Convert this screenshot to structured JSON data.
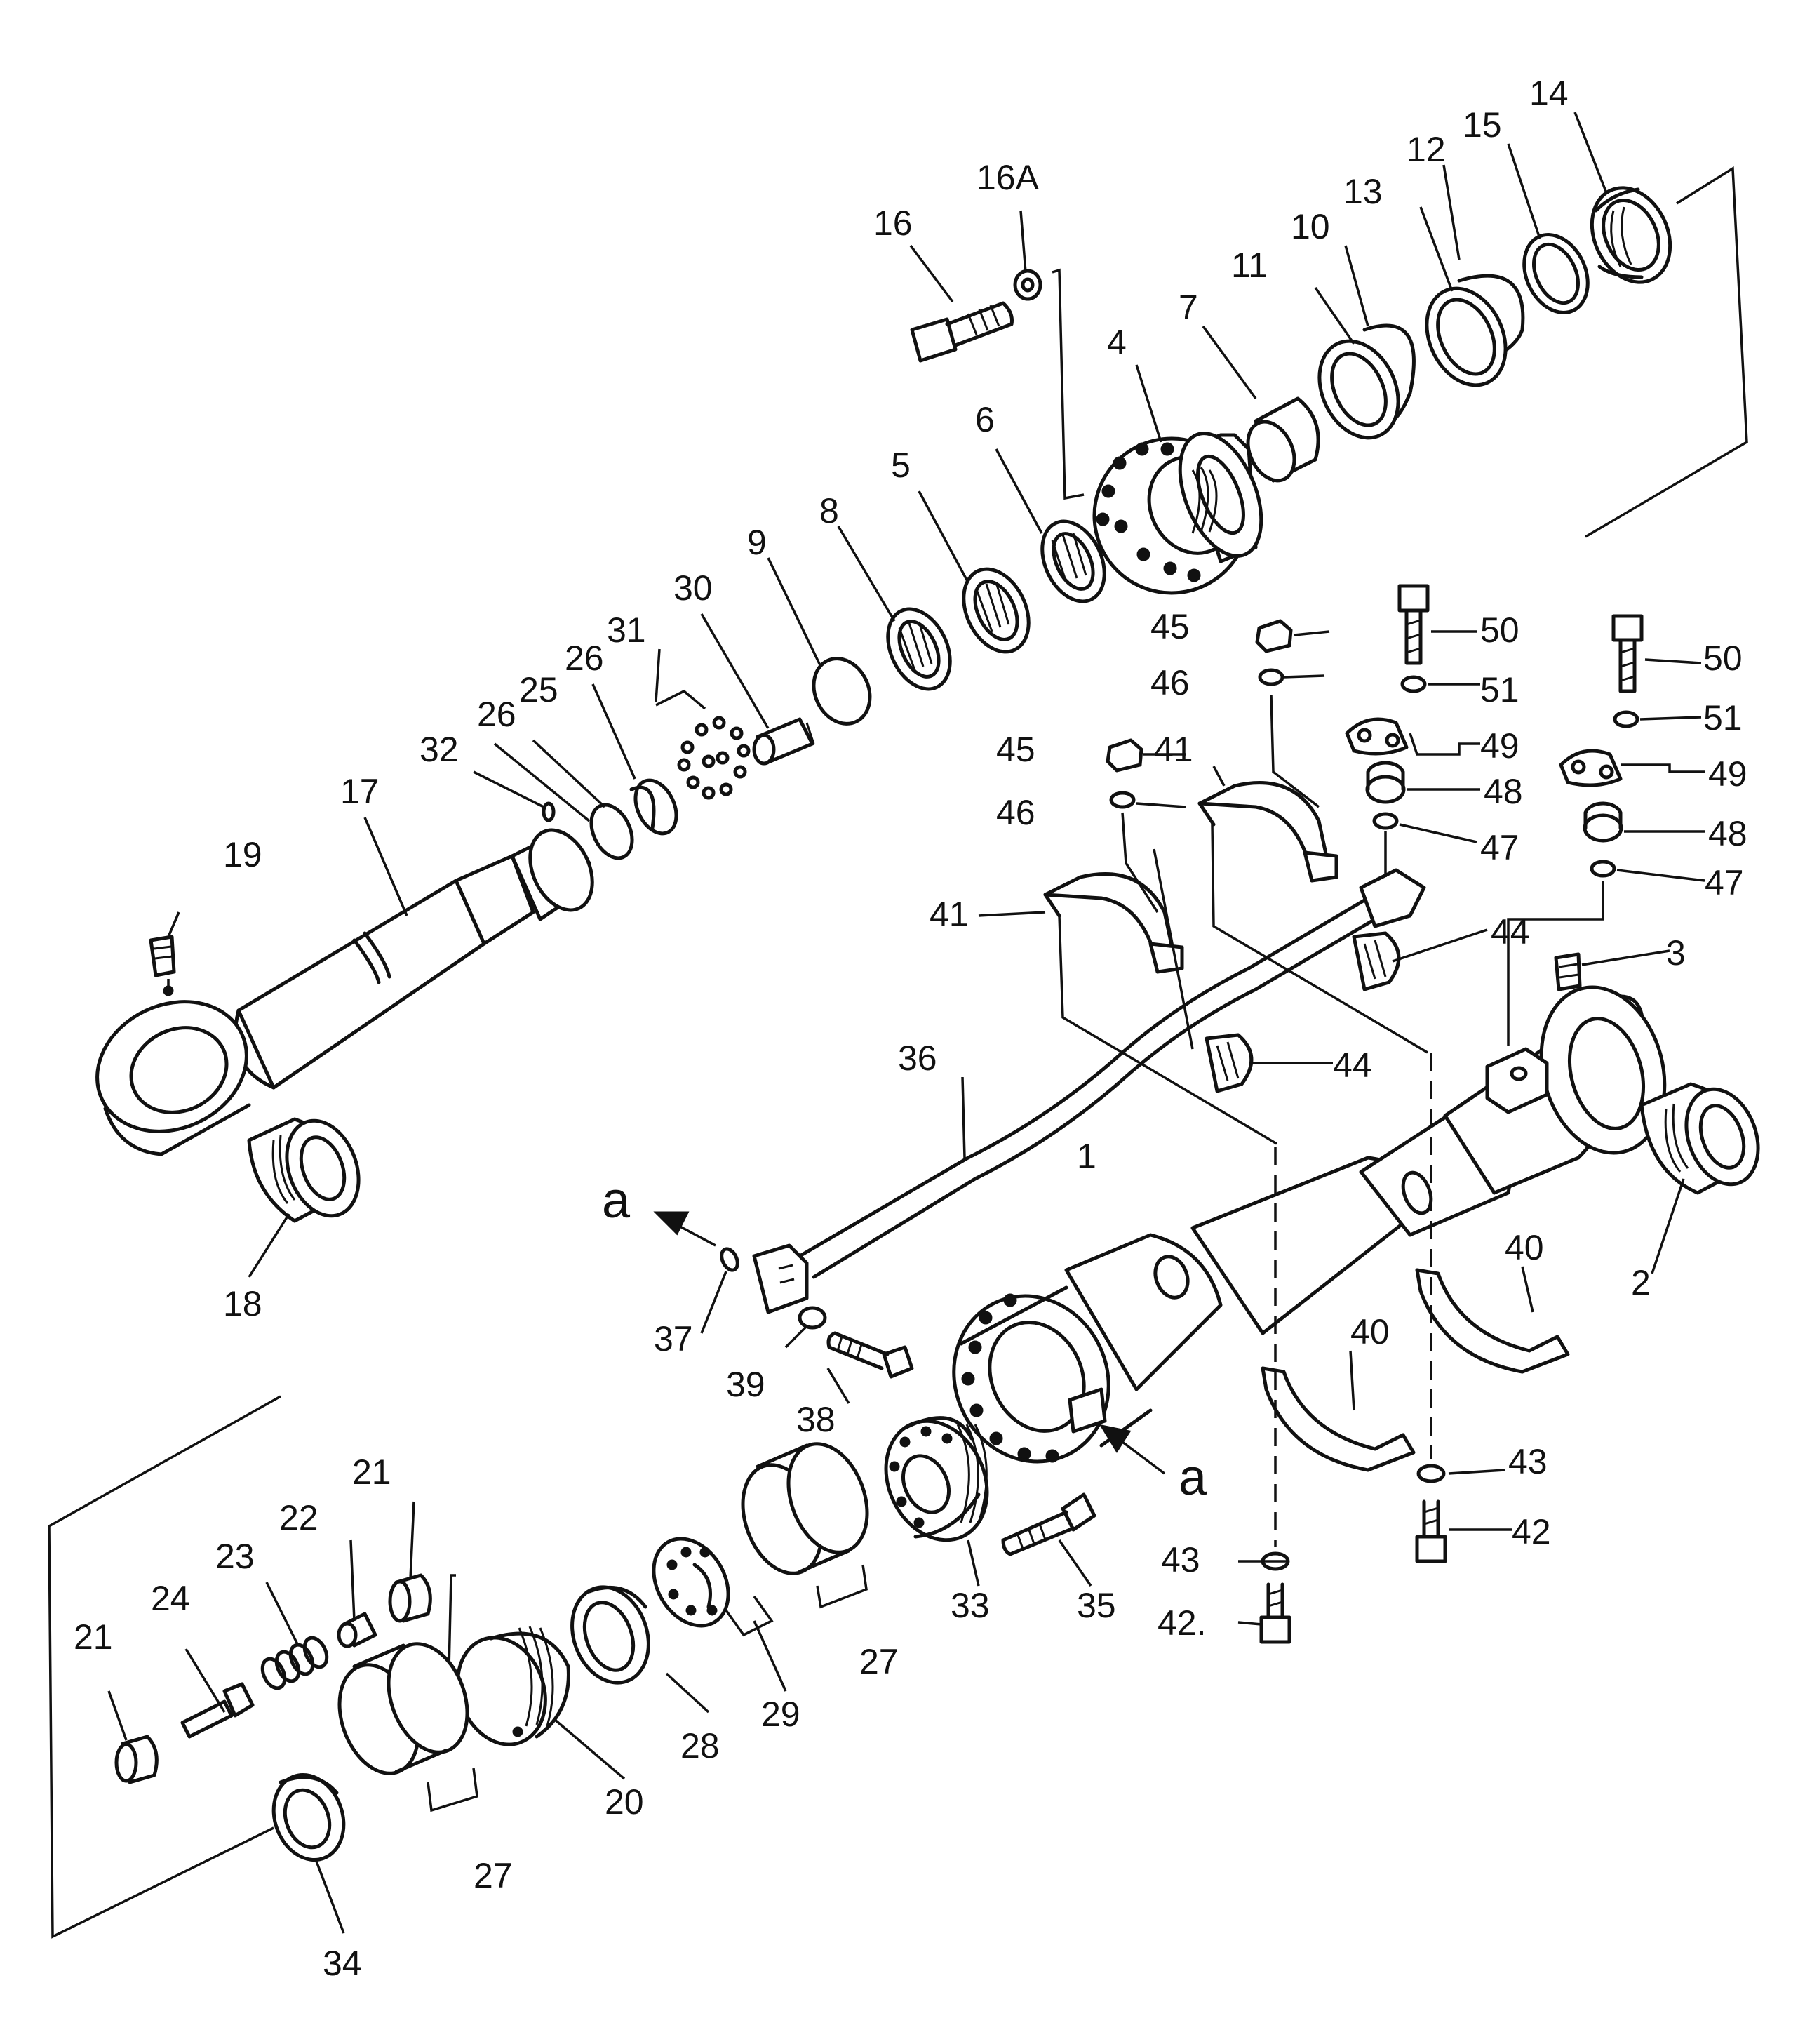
{
  "callouts": [
    "1",
    "2",
    "3",
    "4",
    "5",
    "6",
    "7",
    "8",
    "9",
    "10",
    "11",
    "12",
    "13",
    "14",
    "15",
    "16",
    "16A",
    "17",
    "18",
    "19",
    "20",
    "21",
    "22",
    "23",
    "24",
    "25",
    "26",
    "27",
    "28",
    "29",
    "30",
    "31",
    "32",
    "33",
    "34",
    "35",
    "36",
    "37",
    "38",
    "39",
    "40",
    "41",
    "42",
    "42.",
    "43",
    "44",
    "45",
    "46",
    "47",
    "48",
    "49",
    "50",
    "51",
    "a"
  ]
}
